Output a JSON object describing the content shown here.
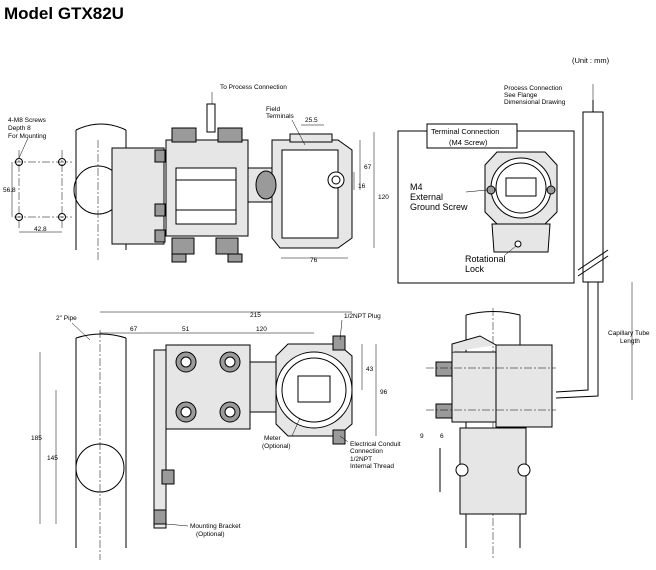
{
  "title": "Model GTX82U",
  "unit": "(Unit : mm)",
  "labels": {
    "screws": [
      "4-M8 Screws",
      "Depth 8",
      "For Mounting"
    ],
    "process_top": "To Process Connection",
    "field_terminals": [
      "Field",
      "Terminals"
    ],
    "terminal_box": [
      "Terminal Connection",
      "(M4 Screw)"
    ],
    "ground": [
      "M4",
      "External",
      "Ground Screw"
    ],
    "rot_lock": [
      "Rotational",
      "Lock"
    ],
    "process_right": [
      "Process Connection",
      "See Flange",
      "Dimensional Drawing"
    ],
    "capillary": [
      "Capillary Tube",
      "Length"
    ],
    "pipe": "2\" Pipe",
    "plug": "1/2NPT Plug",
    "meter": [
      "Meter",
      "(Optional)"
    ],
    "conduit": [
      "Electrical Conduit",
      "Connection",
      "1/2NPT",
      "Internal Thread"
    ],
    "bracket": [
      "Mounting Bracket",
      "(Optional)"
    ]
  },
  "dims": {
    "d56_8": "56.8",
    "d42_8": "42.8",
    "d25_5": "25.5",
    "d67a": "67",
    "d120a": "120",
    "d16": "16",
    "d76": "76",
    "d215": "215",
    "d67b": "67",
    "d51": "51",
    "d120b": "120",
    "d43": "43",
    "d96": "96",
    "d185": "185",
    "d145": "145",
    "d9": "9",
    "d6": "6"
  }
}
